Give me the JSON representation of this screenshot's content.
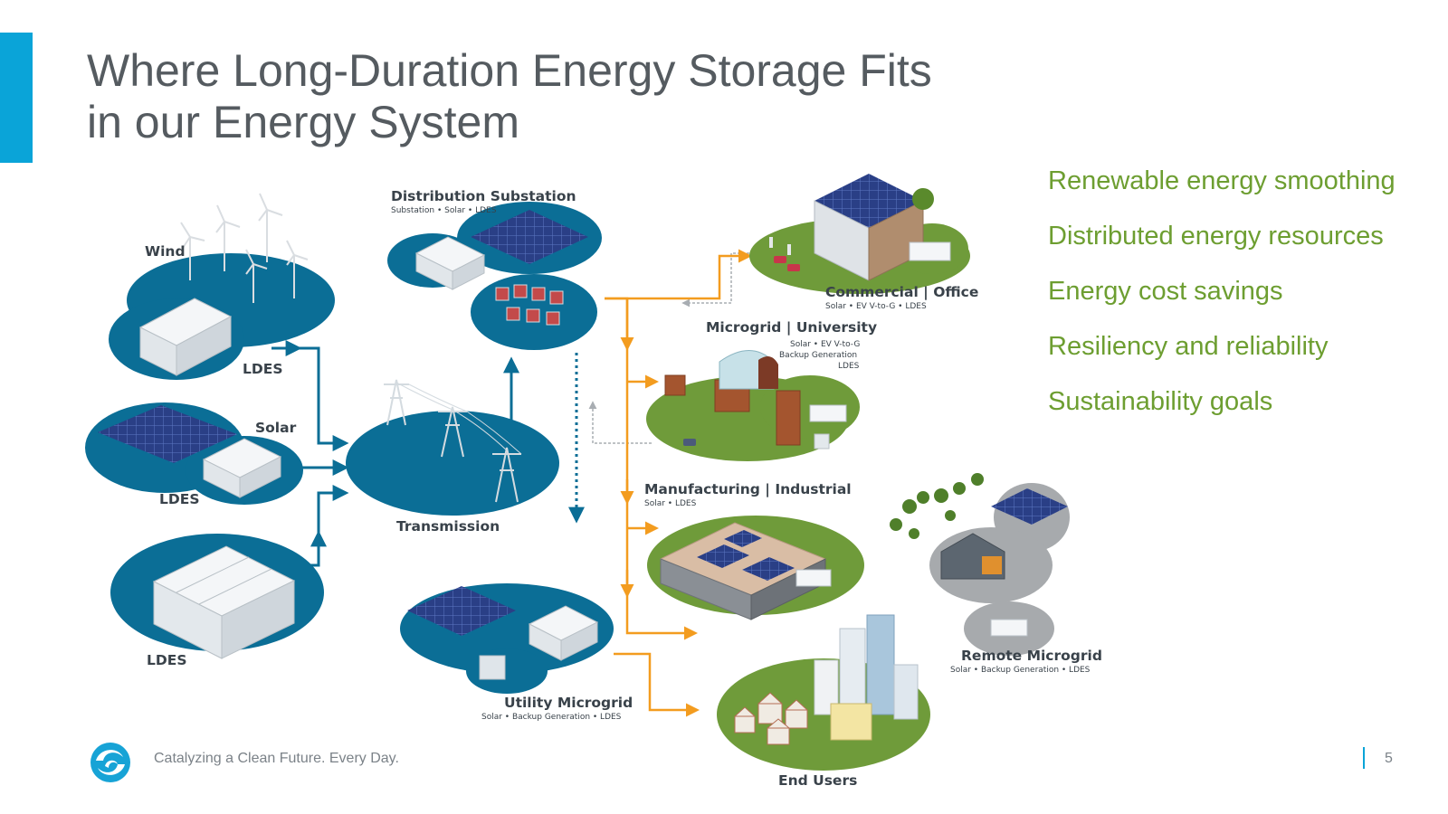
{
  "title": {
    "line1": "Where Long-Duration Energy Storage Fits",
    "line2": "in our Energy System"
  },
  "benefits": [
    "Renewable energy smoothing",
    "Distributed energy resources",
    "Energy cost savings",
    "Resiliency and reliability",
    "Sustainability goals"
  ],
  "diagram": {
    "nodes": {
      "wind": "Wind",
      "wind_ldes": "LDES",
      "solar": "Solar",
      "solar_ldes": "LDES",
      "ldes": "LDES",
      "transmission": "Transmission",
      "substation": {
        "label": "Distribution Substation",
        "sub": "Substation • Solar • LDES"
      },
      "utility_microgrid": {
        "label": "Utility Microgrid",
        "sub": "Solar • Backup Generation • LDES"
      },
      "commercial": {
        "label": "Commercial | Office",
        "sub": "Solar • EV V-to-G • LDES"
      },
      "university": {
        "label": "Microgrid | University",
        "sub1": "Solar • EV V-to-G",
        "sub2": "Backup Generation",
        "sub3": "LDES"
      },
      "manufacturing": {
        "label": "Manufacturing | Industrial",
        "sub": "Solar • LDES"
      },
      "end_users": "End Users",
      "remote": {
        "label": "Remote Microgrid",
        "sub": "Solar • Backup Generation • LDES"
      }
    },
    "colors": {
      "island": "#0b6e96",
      "island_dark": "#075a7d",
      "grass": "#6f9b3a",
      "orange_flow": "#f39c1f",
      "blue_flow": "#0b6e96",
      "remote_ground": "#a7aaad"
    }
  },
  "footer": {
    "tagline": "Catalyzing a Clean Future. Every Day.",
    "page_number": "5"
  }
}
